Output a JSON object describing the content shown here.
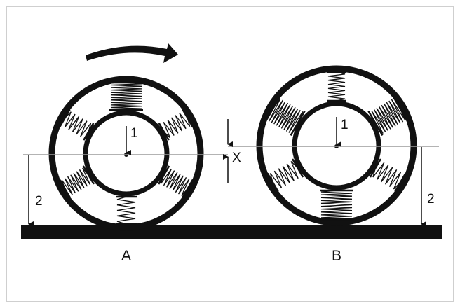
{
  "labels": {
    "wheel_a": "A",
    "wheel_b": "B",
    "arrow_1": "1",
    "arrow_2": "2",
    "offset": "X"
  },
  "colors": {
    "ink": "#111111",
    "reference_line": "#9a9a9a",
    "frame": "#cfcfcf"
  }
}
